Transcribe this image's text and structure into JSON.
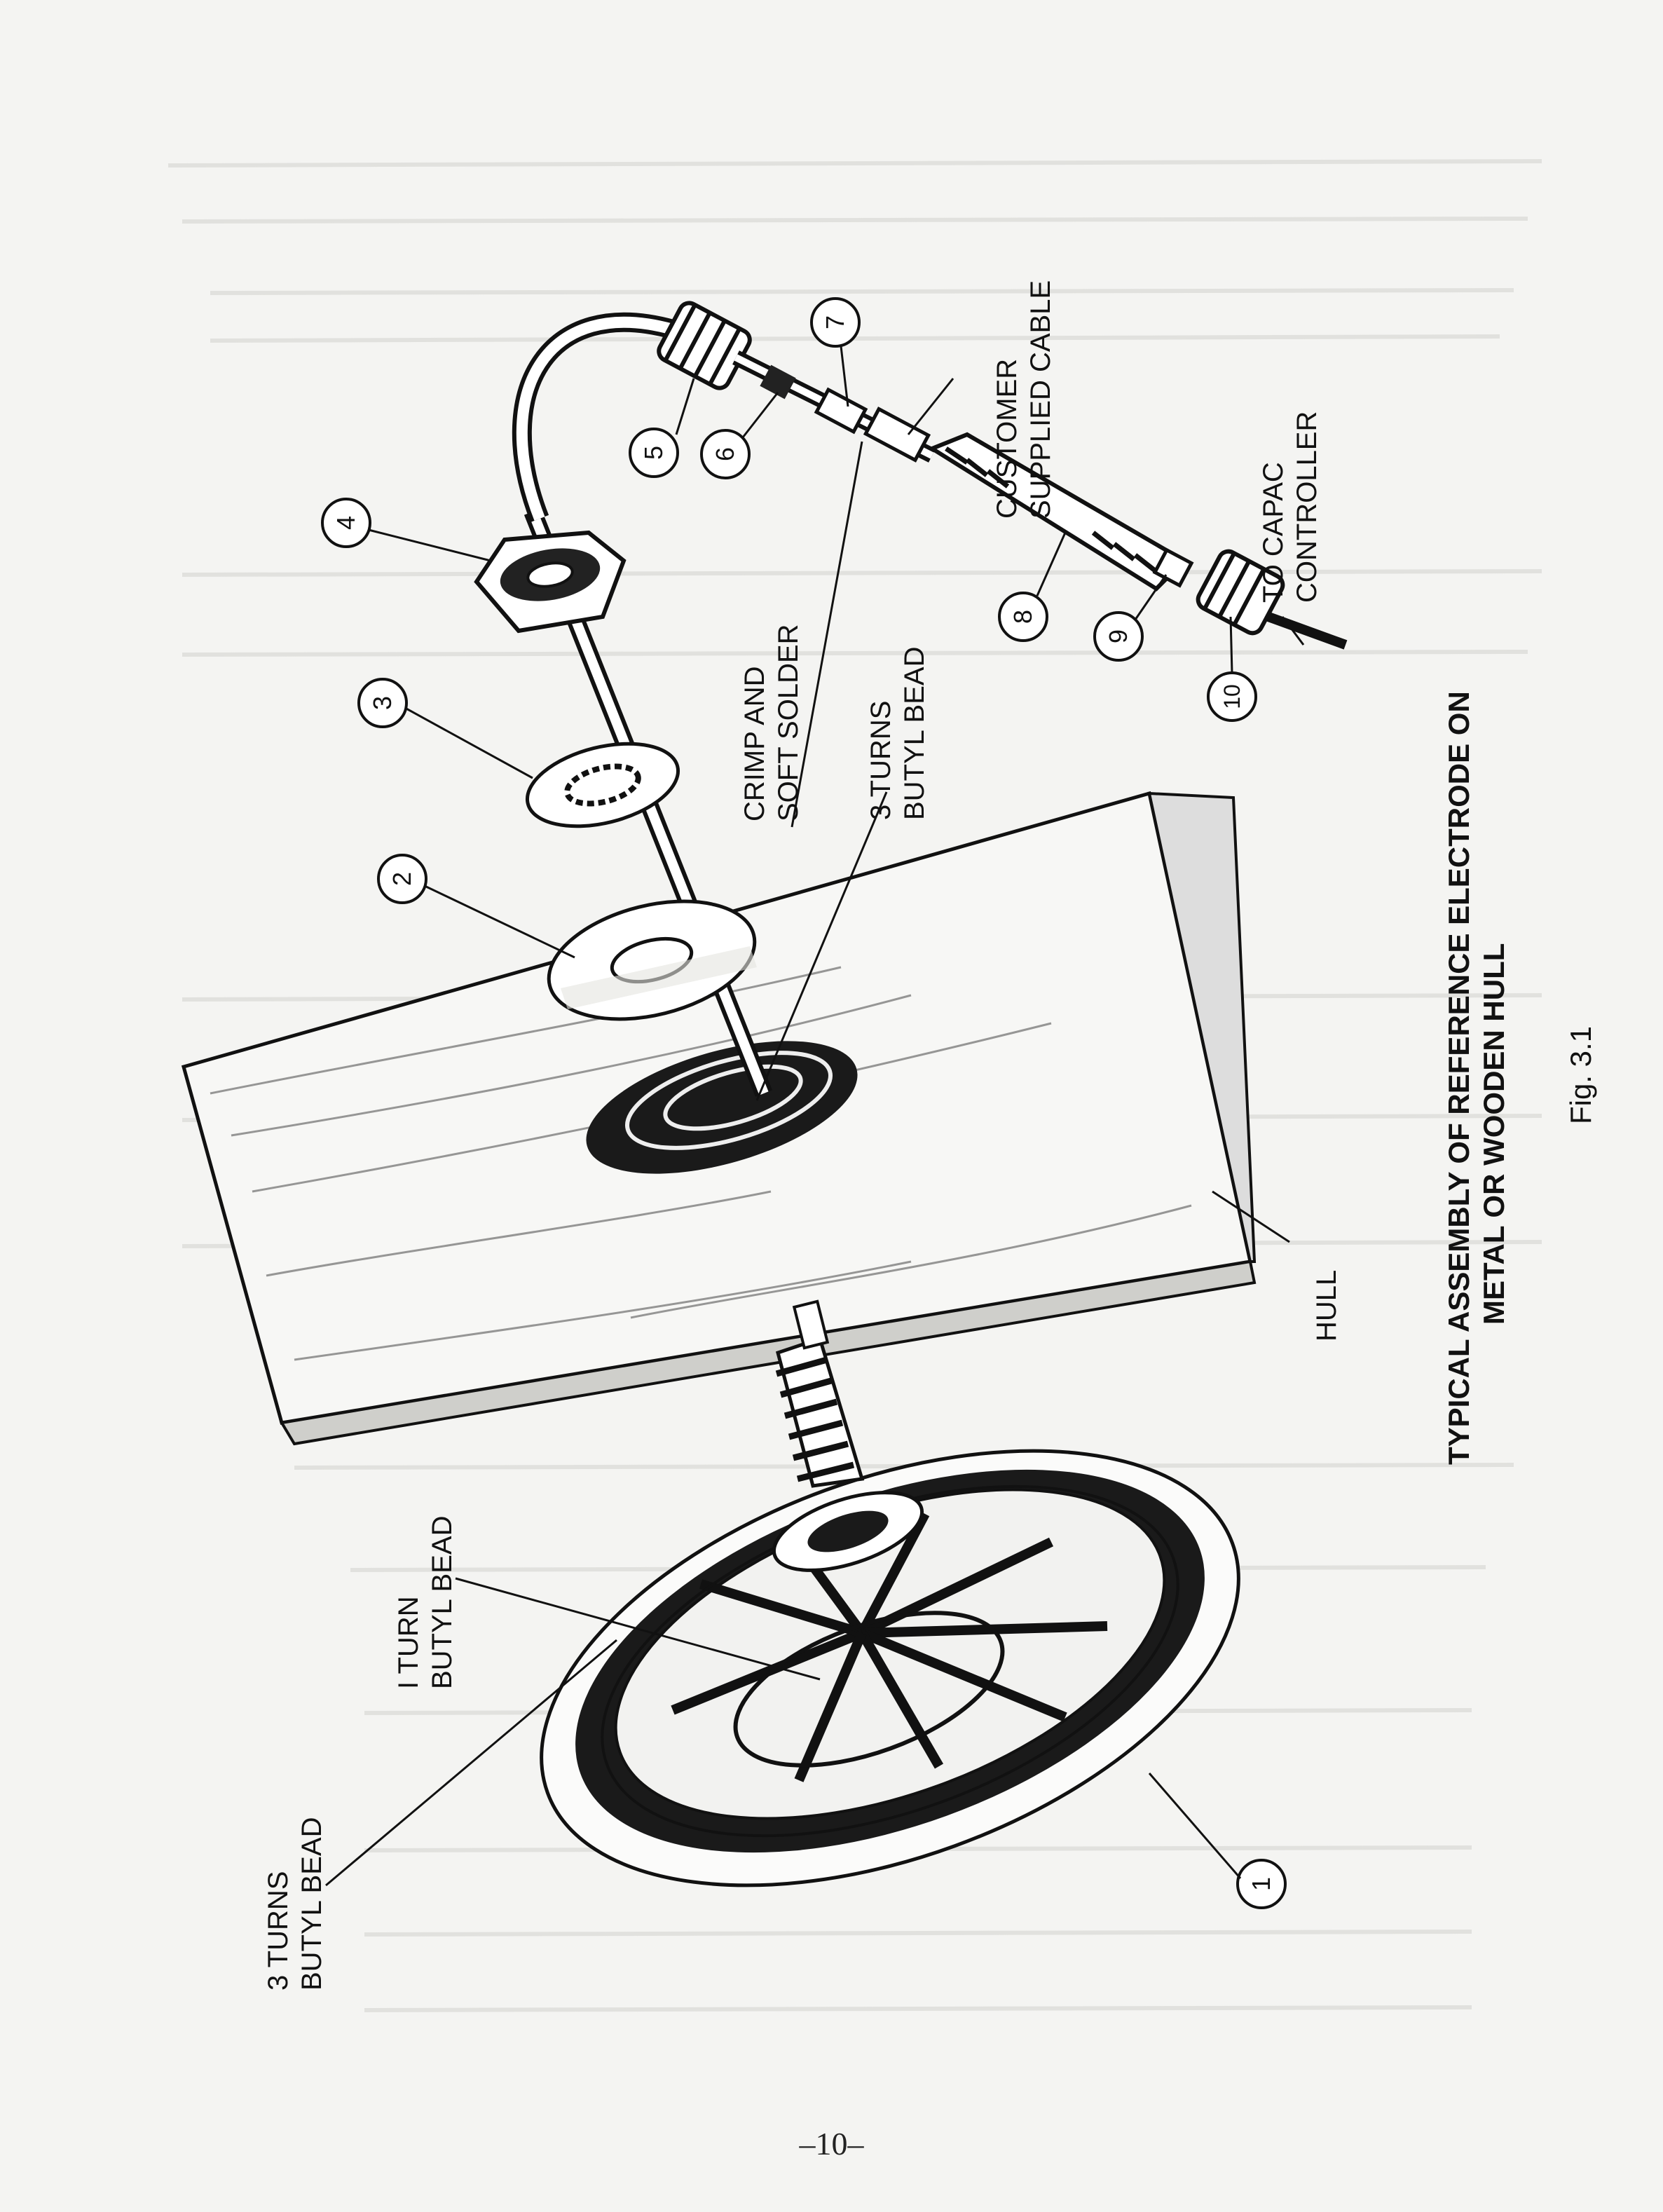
{
  "figure": {
    "title_line1": "TYPICAL ASSEMBLY OF REFERENCE ELECTRODE ON",
    "title_line2": "METAL OR WOODEN HULL",
    "fig_label": "Fig. 3.1"
  },
  "labels": {
    "hull": "HULL",
    "customer_cable_line1": "CUSTOMER",
    "customer_cable_line2": "SUPPLIED CABLE",
    "to_capac_line1": "TO CAPAC",
    "to_capac_line2": "CONTROLLER",
    "crimp_line1": "CRIMP AND",
    "crimp_line2": "SOFT SOLDER",
    "three_turns_top_line1": "3 TURNS",
    "three_turns_top_line2": "BUTYL BEAD",
    "one_turn_line1": "I TURN",
    "one_turn_line2": "BUTYL BEAD",
    "three_turns_bottom_line1": "3 TURNS",
    "three_turns_bottom_line2": "BUTYL BEAD"
  },
  "callouts": [
    "1",
    "2",
    "3",
    "4",
    "5",
    "6",
    "7",
    "8",
    "9",
    "10"
  ],
  "page_number": "–10–"
}
